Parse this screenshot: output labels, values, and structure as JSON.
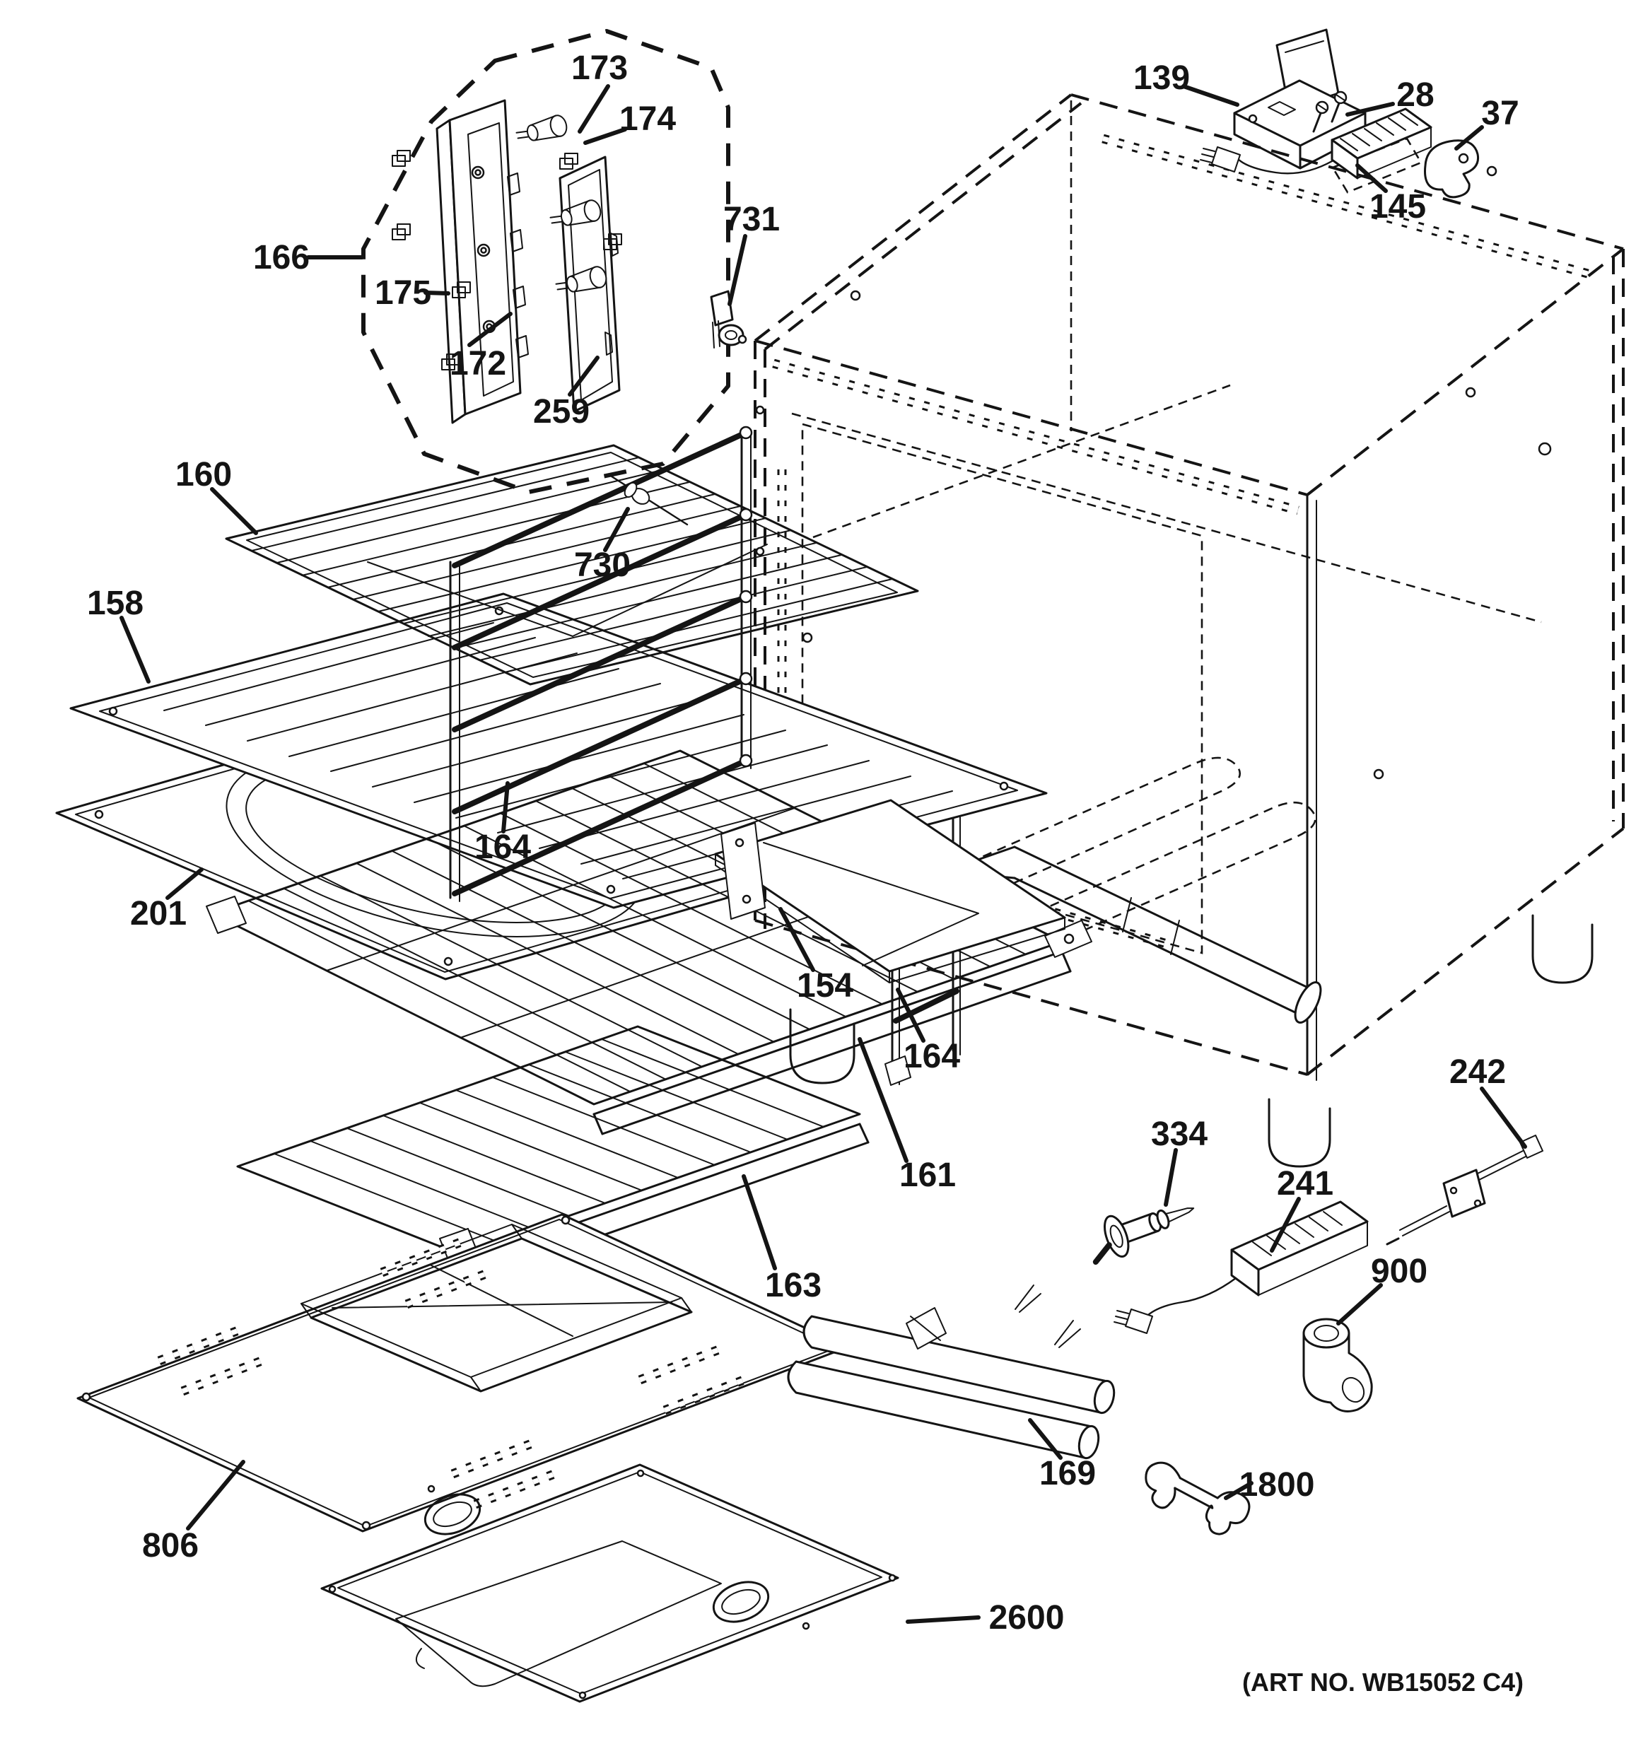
{
  "document": {
    "art_note": "(ART NO. WB15052 C4)"
  },
  "callouts": {
    "c173": "173",
    "c174": "174",
    "c166": "166",
    "c175": "175",
    "c172": "172",
    "c259": "259",
    "c731": "731",
    "c730": "730",
    "c139": "139",
    "c28": "28",
    "c37": "37",
    "c145": "145",
    "c160": "160",
    "c158": "158",
    "c201": "201",
    "c164a": "164",
    "c154": "154",
    "c164b": "164",
    "c161": "161",
    "c163": "163",
    "c806": "806",
    "c2600": "2600",
    "c334": "334",
    "c241": "241",
    "c242": "242",
    "c900": "900",
    "c169": "169",
    "c1800": "1800"
  }
}
